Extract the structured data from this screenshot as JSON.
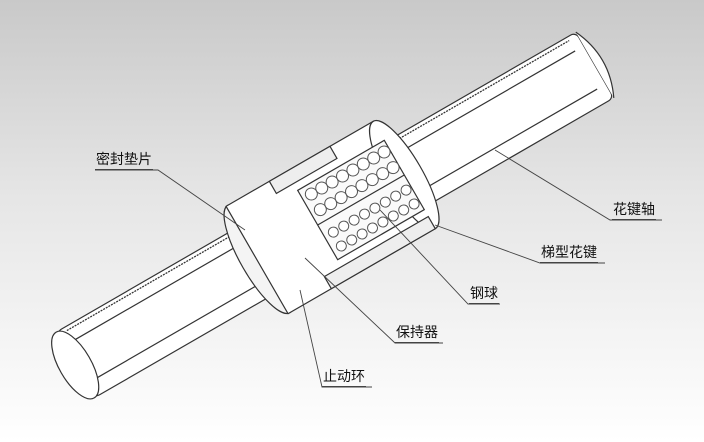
{
  "labels": {
    "seal": "密封垫片",
    "spline_shaft": "花键轴",
    "trapezoid_spline": "梯型花键",
    "steel_ball": "钢球",
    "retainer": "保持器",
    "snap_ring": "止动环"
  }
}
